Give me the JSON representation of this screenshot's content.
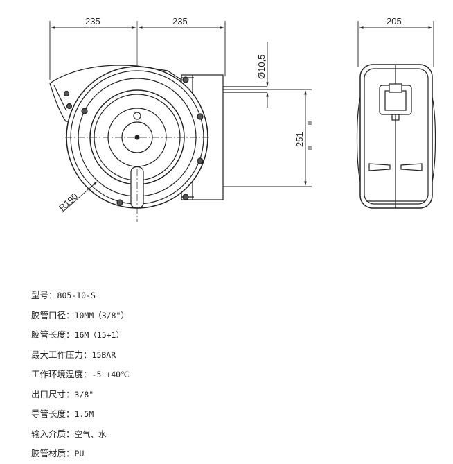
{
  "dimensions": {
    "width_left": "235",
    "width_right": "235",
    "depth": "205",
    "hose_diameter": "Ø10,5",
    "height": "251",
    "radius": "R190"
  },
  "specs": [
    {
      "label": "型号：",
      "value": "805-10-S"
    },
    {
      "label": "胶管口径：",
      "value": "10MM（3/8\"）"
    },
    {
      "label": "胶管长度：",
      "value": "16M（15+1）"
    },
    {
      "label": "最大工作压力：",
      "value": "15BAR"
    },
    {
      "label": "工作环境温度：",
      "value": "-5—+40℃"
    },
    {
      "label": "出口尺寸：",
      "value": "3/8\""
    },
    {
      "label": "导管长度：",
      "value": "1.5M"
    },
    {
      "label": "输入介质：",
      "value": "空气、水"
    },
    {
      "label": "胶管材质：",
      "value": "PU"
    }
  ]
}
